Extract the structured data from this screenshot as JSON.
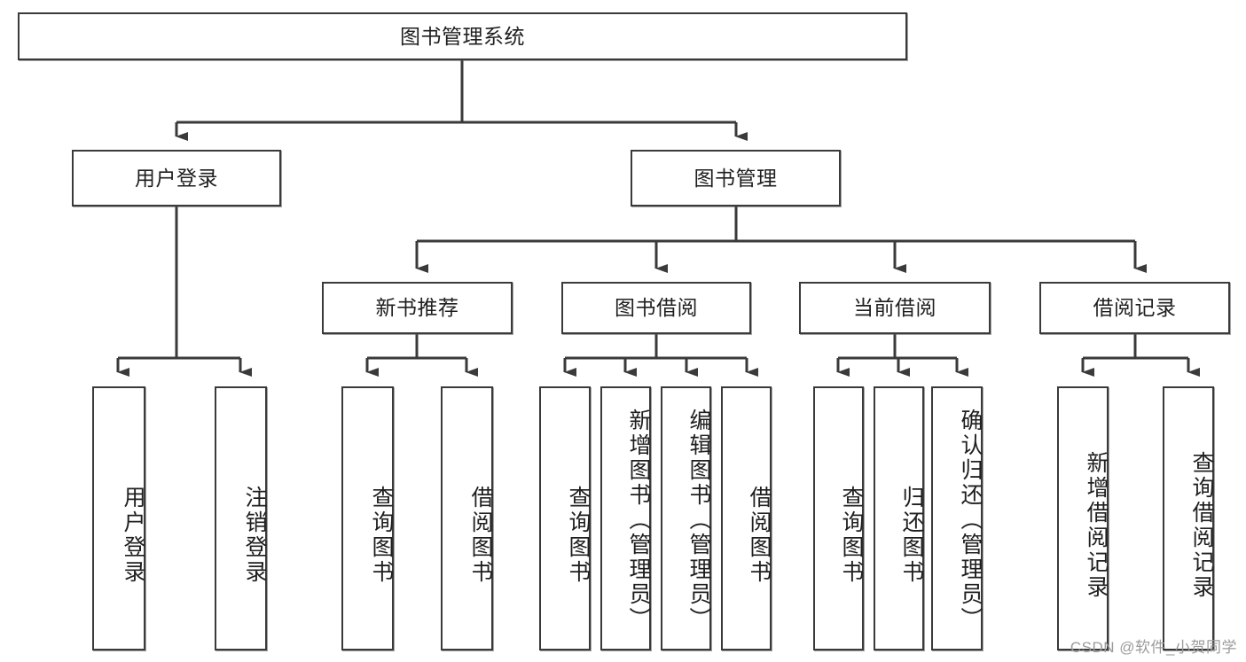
{
  "diagram": {
    "type": "tree",
    "title": "图书管理系统",
    "root": {
      "id": "root",
      "label": "图书管理系统"
    },
    "level2": [
      {
        "id": "user-login",
        "label": "用户登录"
      },
      {
        "id": "book-manage",
        "label": "图书管理"
      }
    ],
    "level3": [
      {
        "id": "new-book-recommend",
        "label": "新书推荐"
      },
      {
        "id": "book-borrow",
        "label": "图书借阅"
      },
      {
        "id": "current-borrow",
        "label": "当前借阅"
      },
      {
        "id": "borrow-record",
        "label": "借阅记录"
      }
    ],
    "leaves": {
      "user_login": [
        {
          "id": "leaf-user-login",
          "label": "用户登录"
        },
        {
          "id": "leaf-logout-login",
          "label": "注销登录"
        }
      ],
      "new_book_recommend": [
        {
          "id": "leaf-query-book-1",
          "label": "查询图书"
        },
        {
          "id": "leaf-borrow-book-1",
          "label": "借阅图书"
        }
      ],
      "book_borrow": [
        {
          "id": "leaf-query-book-2",
          "label": "查询图书"
        },
        {
          "id": "leaf-add-book",
          "label": "新增图书（管理员）"
        },
        {
          "id": "leaf-edit-book",
          "label": "编辑图书（管理员）"
        },
        {
          "id": "leaf-borrow-book-2",
          "label": "借阅图书"
        }
      ],
      "current_borrow": [
        {
          "id": "leaf-query-book-3",
          "label": "查询图书"
        },
        {
          "id": "leaf-return-book",
          "label": "归还图书"
        },
        {
          "id": "leaf-confirm-return",
          "label": "确认归还（管理员）"
        }
      ],
      "borrow_record": [
        {
          "id": "leaf-add-record",
          "label": "新增借阅记录"
        },
        {
          "id": "leaf-query-record",
          "label": "查询借阅记录"
        }
      ]
    },
    "colors": {
      "stroke": "#3a3a3a",
      "fill": "#ffffff",
      "text": "#1f1f1f",
      "watermark": "#9b9b9b"
    }
  },
  "watermark": {
    "text": "CSDN @软件_小贺同学"
  }
}
